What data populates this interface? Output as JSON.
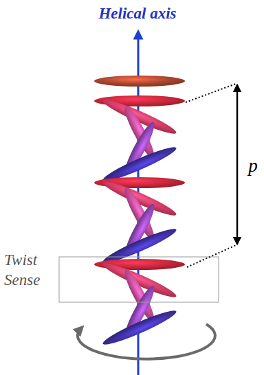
{
  "diagram": {
    "labels": [
      "Helical axis",
      "p",
      "Twist Sense"
    ]
  }
}
